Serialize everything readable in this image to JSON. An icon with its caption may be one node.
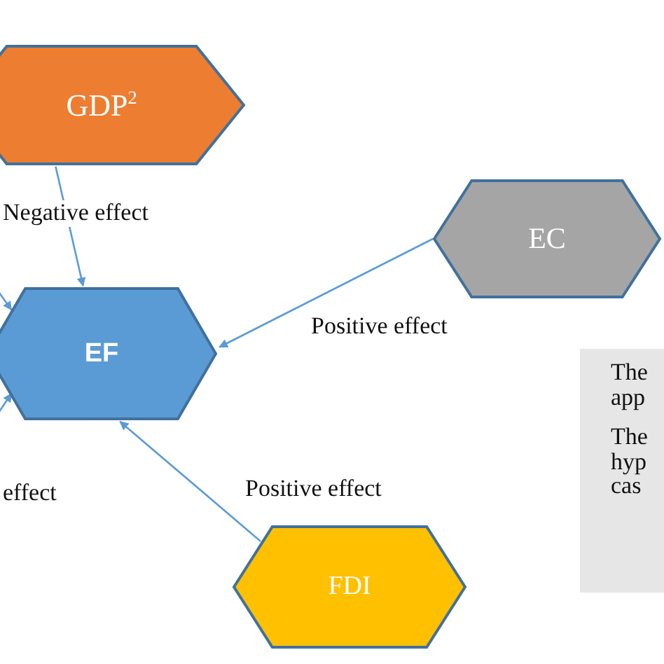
{
  "diagram": {
    "nodes": [
      {
        "text": [
          "GDP$^{2}$"
        ]
      },
      {
        "text": [
          "EF"
        ]
      },
      {
        "text": [
          "EC"
        ]
      },
      {
        "text": [
          "FDI"
        ]
      },
      {
        "text": [
          "The app",
          "The hyp cas"
        ]
      }
    ],
    "edges": [
      {
        "from": 0,
        "to": 1,
        "arrow": "to",
        "label": "Negative effect"
      },
      {
        "from": 2,
        "to": 1,
        "arrow": "to",
        "label": "Positive effect"
      },
      {
        "from": 3,
        "to": 1,
        "arrow": "to",
        "label": "Positive effect"
      },
      {
        "from": null,
        "to": 1,
        "arrow": "to"
      },
      {
        "from": null,
        "to": 1,
        "arrow": "to"
      }
    ],
    "labels": [
      "effect"
    ]
  }
}
